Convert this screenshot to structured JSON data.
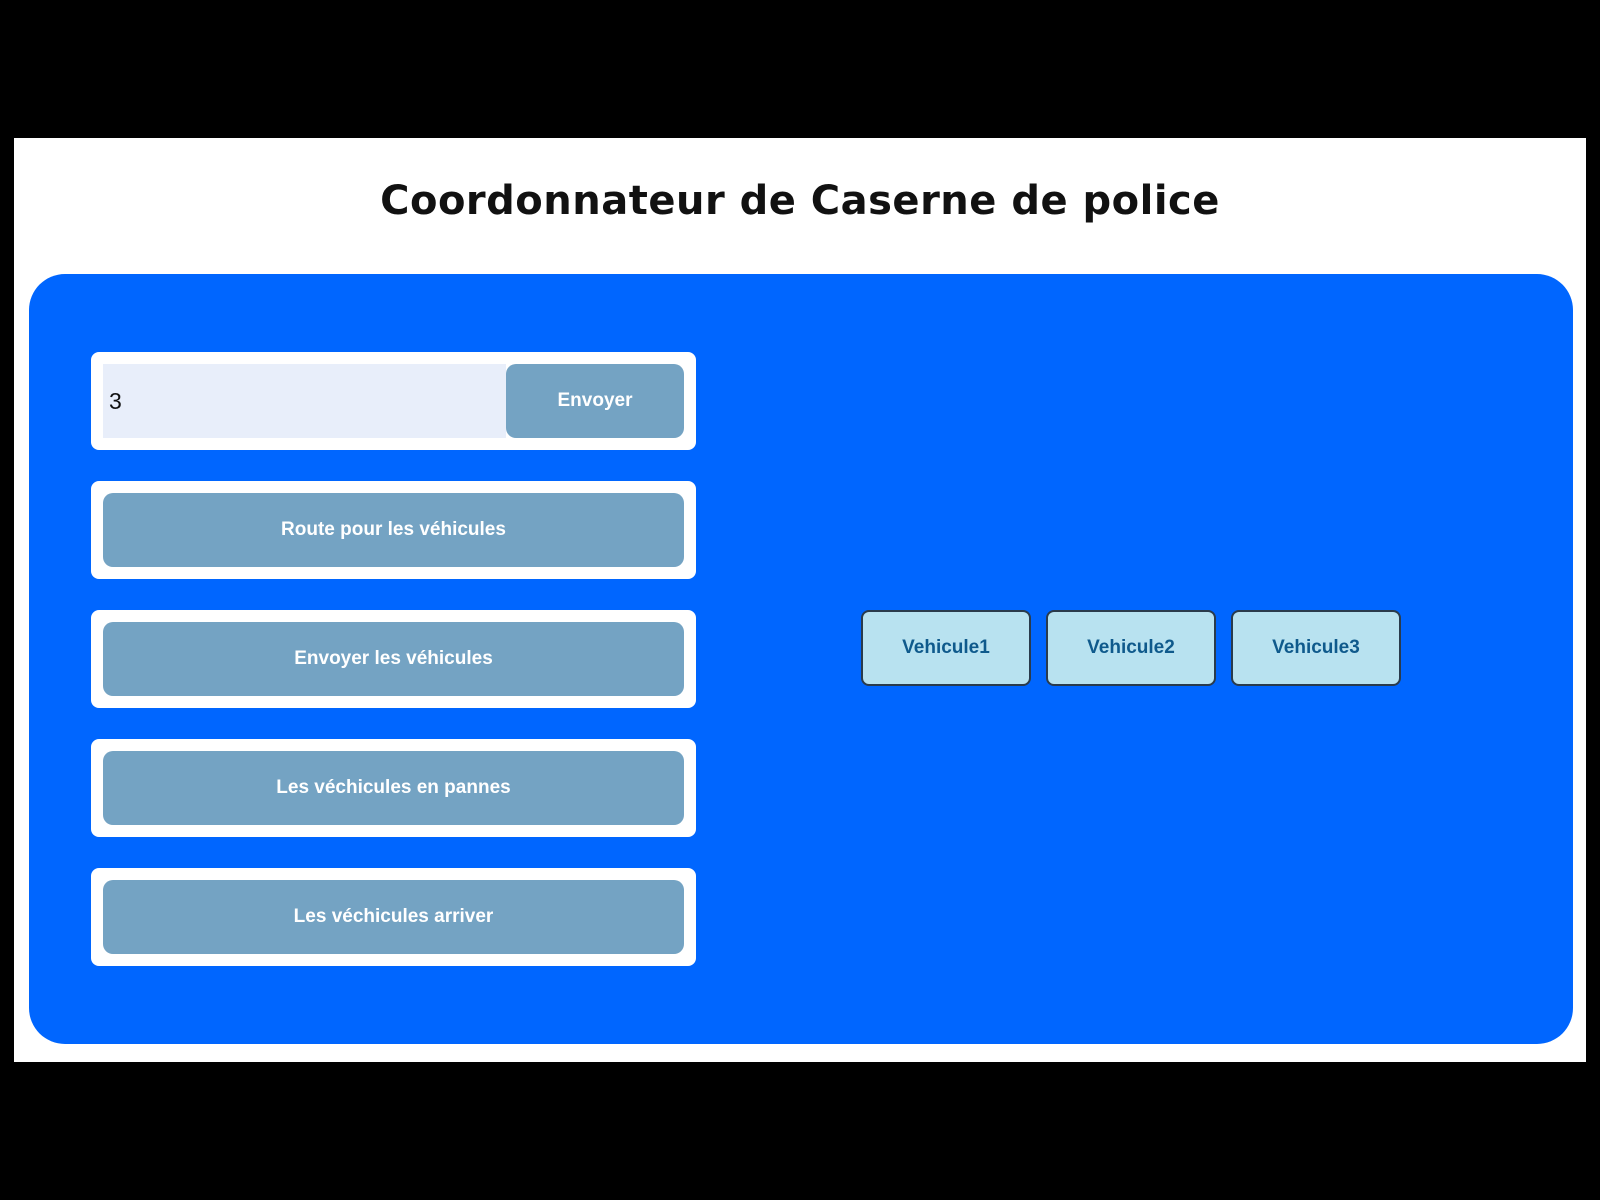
{
  "header": {
    "title": "Coordonnateur de Caserne de police"
  },
  "send_form": {
    "input_value": "3",
    "send_label": "Envoyer"
  },
  "actions": {
    "route_label": "Route pour les véhicules",
    "send_vehicles_label": "Envoyer les véhicules",
    "broken_label": "Les véchicules en pannes",
    "arrived_label": "Les véchicules arriver"
  },
  "vehicles": [
    {
      "label": "Vehicule1"
    },
    {
      "label": "Vehicule2"
    },
    {
      "label": "Vehicule3"
    }
  ],
  "colors": {
    "panel": "#0066ff",
    "action_button": "#74a3c3",
    "vehicle_button": "#b8e2f0",
    "vehicle_text": "#0f5a8c"
  }
}
